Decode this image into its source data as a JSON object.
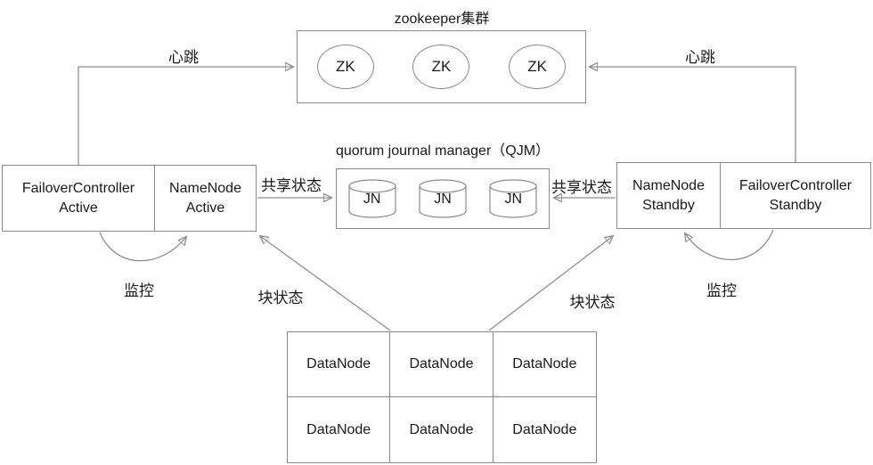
{
  "colors": {
    "line": "#8f8f8f",
    "border": "#8b8b8b",
    "text": "#1a1a1a",
    "background": "#ffffff"
  },
  "zookeeper": {
    "title": "zookeeper集群",
    "nodes": [
      "ZK",
      "ZK",
      "ZK"
    ]
  },
  "qjm": {
    "title": "quorum journal manager（QJM）",
    "nodes": [
      "JN",
      "JN",
      "JN"
    ]
  },
  "active_group": {
    "failover_controller": "FailoverController\nActive",
    "namenode": "NameNode\nActive"
  },
  "standby_group": {
    "namenode": "NameNode\nStandby",
    "failover_controller": "FailoverController\nStandby"
  },
  "datanodes": {
    "rows": [
      [
        "DataNode",
        "DataNode",
        "DataNode"
      ],
      [
        "DataNode",
        "DataNode",
        "DataNode"
      ]
    ]
  },
  "labels": {
    "heartbeat_left": "心跳",
    "heartbeat_right": "心跳",
    "shared_state_left": "共享状态",
    "shared_state_right": "共享状态",
    "monitor_left": "监控",
    "monitor_right": "监控",
    "block_state_left": "块状态",
    "block_state_right": "块状态"
  }
}
